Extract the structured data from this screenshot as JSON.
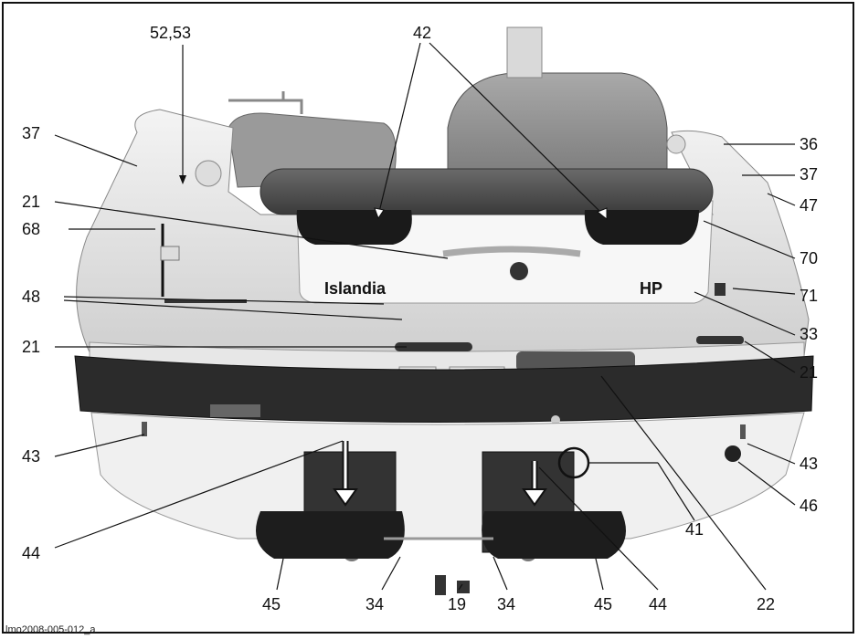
{
  "figure": {
    "caption": "lmo2008-005-012_a"
  },
  "callouts": {
    "c5253": "52,53",
    "c42": "42",
    "c37l": "37",
    "c36": "36",
    "c37r": "37",
    "c47": "47",
    "c21a": "21",
    "c68": "68",
    "c70": "70",
    "c48": "48",
    "c71": "71",
    "c33": "33",
    "c21b": "21",
    "c21c": "21",
    "c43l": "43",
    "c43r": "43",
    "c46": "46",
    "c44l": "44",
    "c41": "41",
    "c45l": "45",
    "c34l": "34",
    "c19": "19",
    "c34r": "34",
    "c45r": "45",
    "c44r": "44",
    "c22": "22"
  },
  "decals": {
    "brand": "Islandia",
    "hp": "HP"
  }
}
